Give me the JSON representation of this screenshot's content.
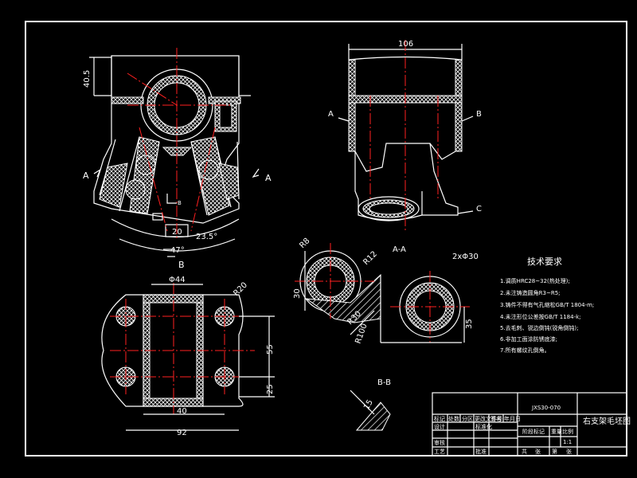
{
  "colors": {
    "background": "#000000",
    "lines": "#ffffff",
    "centerlines": "#ff2020"
  },
  "dimensions": {
    "d_40_5": "40.5",
    "d_106": "106",
    "d_20": "20",
    "d_23_5": "23.5°",
    "d_47": "47°",
    "d_44": "Φ44",
    "d_r20": "R20",
    "d_55": "55",
    "d_25": "25",
    "d_40": "40",
    "d_92": "92",
    "d_r8": "R8",
    "d_30": "30",
    "d_r12": "R12",
    "d_r30": "R30",
    "d_r100": "R100",
    "d_2xphi30": "2xΦ30",
    "d_35": "35",
    "d_15": "15"
  },
  "section_labels": {
    "a_left": "A",
    "a_right": "A",
    "b_view": "B",
    "b_bottom": "B",
    "sec_a": "A",
    "sec_b": "B",
    "sec_c": "C",
    "aa_title": "A-A",
    "bb_title": "B-B"
  },
  "tech": {
    "title": "技术要求",
    "items": [
      "1.调质HRC28~32(热处理);",
      "2.未注铸造圆角R3~R5;",
      "3.铸件不得有气孔缩松GB/T 1804-m;",
      "4.未注形位公差按GB/T 1184-k;",
      "5.去毛刺、锐边倒钝(锐角倒钝);",
      "6.非加工面涂防锈底漆;",
      "7.所有螺纹孔倒角。"
    ]
  },
  "title_block": {
    "drawing_no": "JXS30-070",
    "part_name": "右支架毛坯图",
    "scale": "1:1",
    "row1": [
      "标记",
      "处数",
      "分区",
      "更改文件号",
      "签名",
      "年月日"
    ],
    "row2": [
      "设计",
      "",
      "标准化"
    ],
    "row3": [
      "审核"
    ],
    "row4": [
      "工艺",
      "",
      "批准"
    ],
    "right_headers": [
      "阶段标记",
      "重量",
      "比例"
    ],
    "sheet": [
      "共",
      "张",
      "第",
      "张"
    ]
  }
}
